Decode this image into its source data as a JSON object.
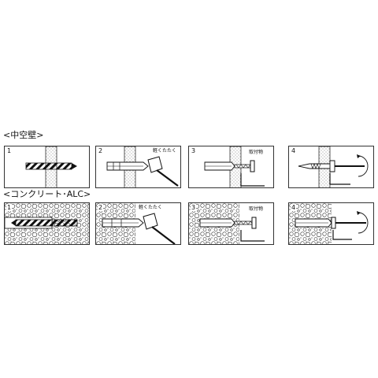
{
  "sections": [
    {
      "label": "<中空壁>",
      "steps": [
        {
          "number": "1",
          "caption": ""
        },
        {
          "number": "2",
          "caption": "軽くたたく"
        },
        {
          "number": "3",
          "caption": "取付物"
        },
        {
          "number": "4",
          "caption": ""
        }
      ]
    },
    {
      "label": "<コンクリート･ALC>",
      "steps": [
        {
          "number": "1",
          "caption": ""
        },
        {
          "number": "2",
          "caption": "軽くたたく"
        },
        {
          "number": "3",
          "caption": "取付物"
        },
        {
          "number": "4",
          "caption": ""
        }
      ]
    }
  ]
}
